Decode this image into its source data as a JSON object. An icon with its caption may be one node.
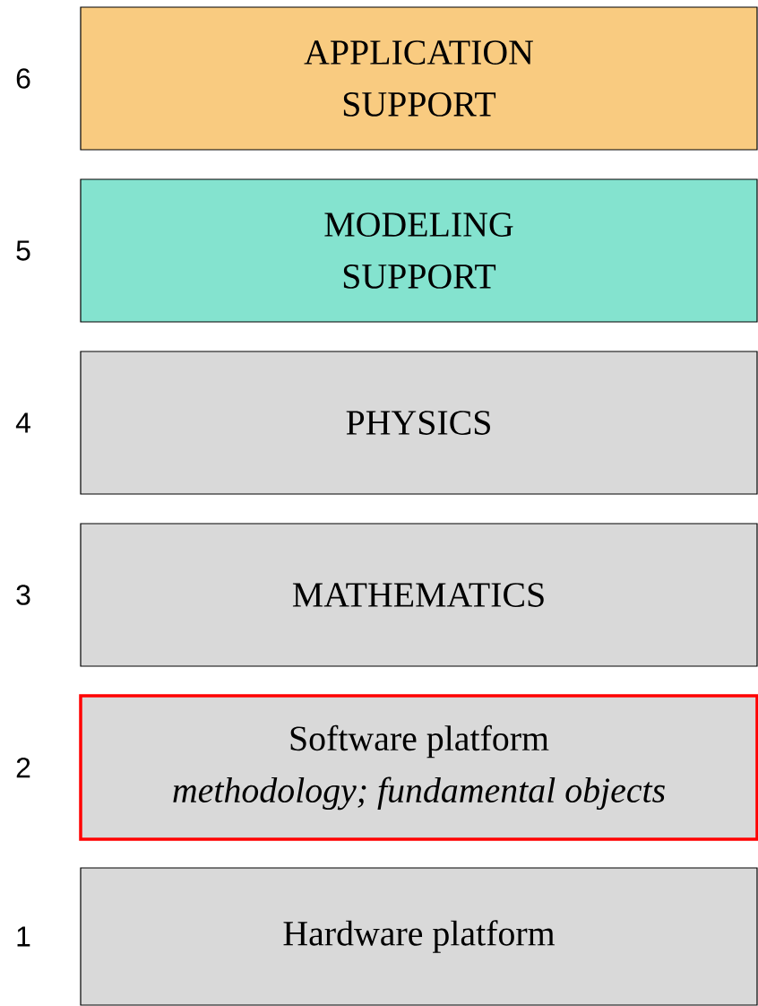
{
  "diagram": {
    "nodes": [
      {
        "text": [
          "APPLICATION SUPPORT"
        ],
        "beside": [
          "6"
        ]
      },
      {
        "text": [
          "MODELING SUPPORT"
        ],
        "beside": [
          "5"
        ]
      },
      {
        "text": [
          "PHYSICS"
        ],
        "beside": [
          "4"
        ]
      },
      {
        "text": [
          "MATHEMATICS"
        ],
        "beside": [
          "3"
        ]
      },
      {
        "text": [
          "Software platform",
          "methodology; fundamental objects"
        ],
        "beside": [
          "2"
        ]
      },
      {
        "text": [
          "Hardware platform"
        ],
        "beside": [
          "1"
        ]
      }
    ]
  }
}
